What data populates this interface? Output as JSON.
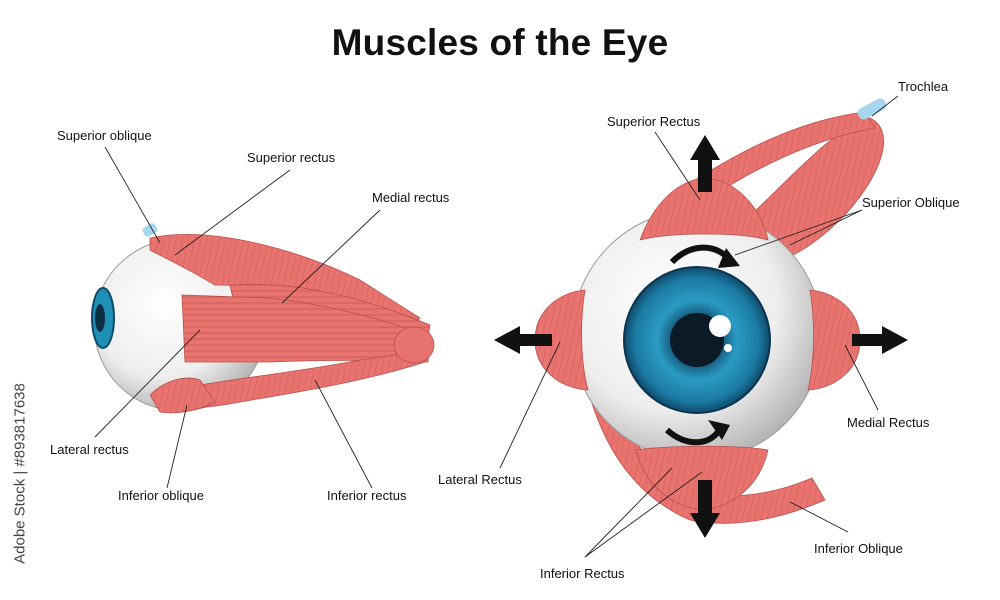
{
  "title": "Muscles of the Eye",
  "side_view": {
    "labels": {
      "superior_oblique": "Superior oblique",
      "superior_rectus": "Superior rectus",
      "medial_rectus": "Medial rectus",
      "lateral_rectus": "Lateral rectus",
      "inferior_oblique": "Inferior oblique",
      "inferior_rectus": "Inferior rectus"
    }
  },
  "front_view": {
    "labels": {
      "trochlea": "Trochlea",
      "superior_rectus": "Superior Rectus",
      "superior_oblique": "Superior Oblique",
      "lateral_rectus": "Lateral Rectus",
      "medial_rectus": "Medial Rectus",
      "inferior_rectus": "Inferior Rectus",
      "inferior_oblique": "Inferior Oblique"
    }
  },
  "watermark": "Adobe Stock | #893817638",
  "colors": {
    "muscle": "#e8736f",
    "muscle_stripe": "#c95450",
    "sclera": "#f2f2f2",
    "iris": "#1f8fb5",
    "trochlea": "#a9d6ef"
  }
}
